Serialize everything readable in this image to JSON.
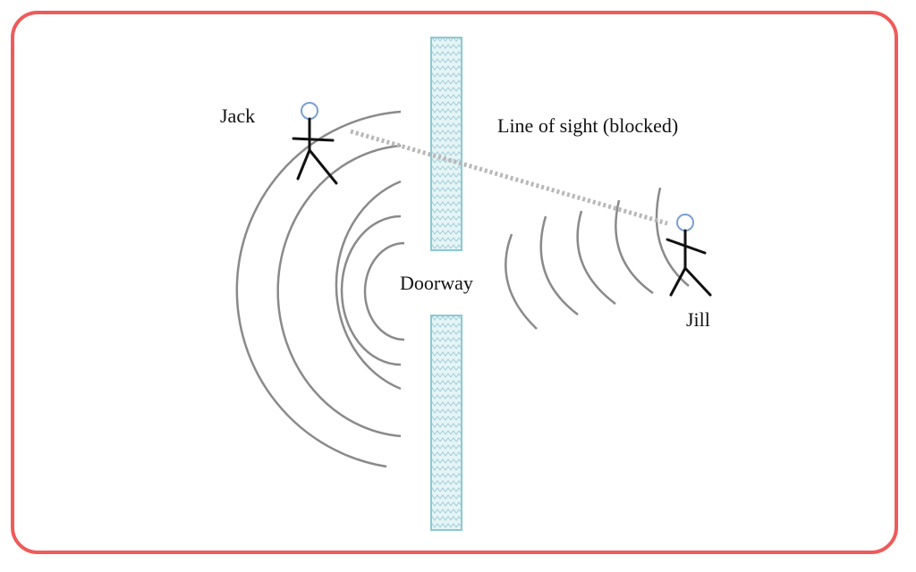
{
  "labels": {
    "jack": "Jack",
    "jill": "Jill",
    "line_of_sight": "Line of sight (blocked)",
    "doorway": "Doorway"
  },
  "colors": {
    "frame": "#f05a5a",
    "wall_fill": "#cfe9ee",
    "wall_stroke": "#8cc9d3",
    "wave": "#8a8a8a",
    "sightline": "#b8b8b8"
  }
}
